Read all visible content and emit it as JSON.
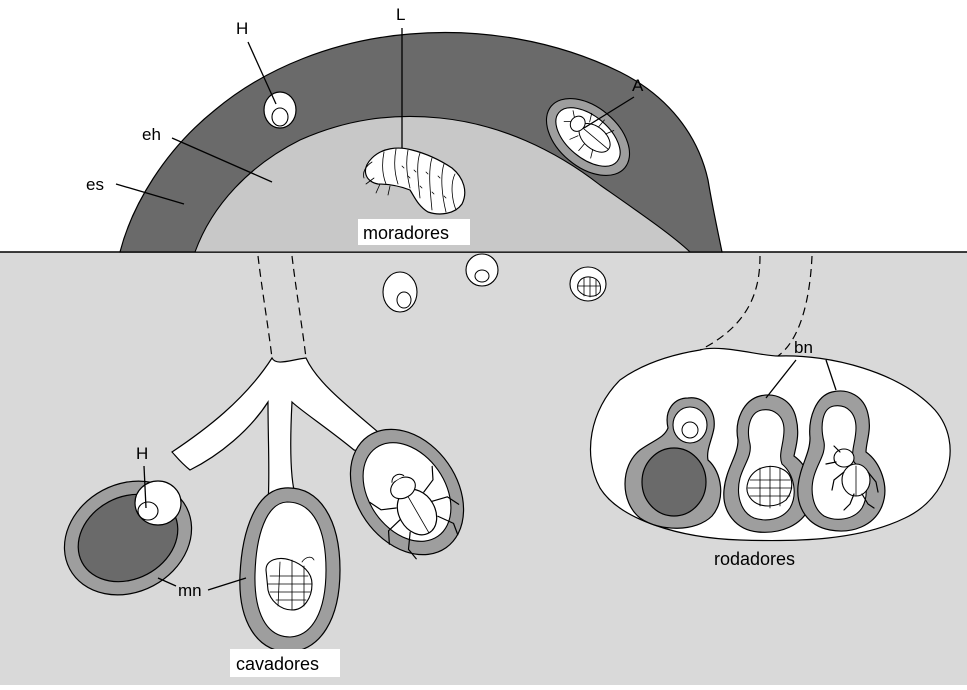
{
  "colors": {
    "soil": "#d9d9d9",
    "dung_outer": "#6a6a6a",
    "dung_inner": "#c8c8c8",
    "chamber_ring": "#9e9e9e",
    "dark_mass": "#6a6a6a",
    "white": "#ffffff"
  },
  "labels": {
    "H_top": "H",
    "L": "L",
    "A": "A",
    "eh": "eh",
    "es": "es",
    "H_left": "H",
    "mn": "mn",
    "bn": "bn"
  },
  "captions": {
    "moradores": "moradores",
    "cavadores": "cavadores",
    "rodadores": "rodadores"
  }
}
